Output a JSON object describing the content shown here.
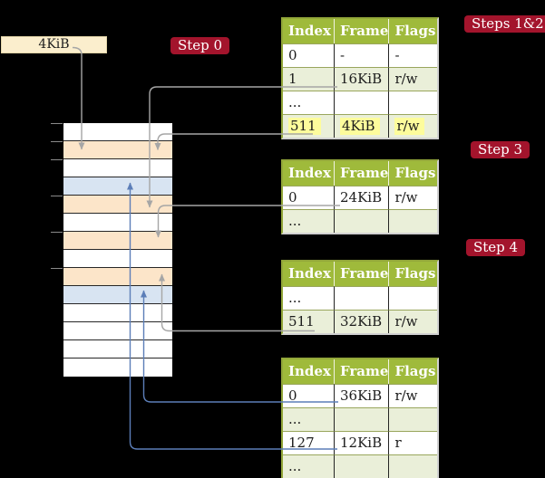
{
  "labels": {
    "frame_box": "4KiB",
    "step0": "Step 0",
    "steps12": "Steps 1&2",
    "step3": "Step 3",
    "step4": "Step 4"
  },
  "tables": [
    {
      "id": "t1",
      "name": "page-table-level-4",
      "headers": [
        "Index",
        "Frame",
        "Flags"
      ],
      "rows": [
        {
          "cells": [
            "0",
            "-",
            "-"
          ]
        },
        {
          "cells": [
            "1",
            "16KiB",
            "r/w"
          ]
        },
        {
          "cells": [
            "...",
            "",
            ""
          ]
        },
        {
          "cells": [
            "511",
            "4KiB",
            "r/w"
          ],
          "highlight": true
        }
      ]
    },
    {
      "id": "t2",
      "name": "page-table-level-3",
      "headers": [
        "Index",
        "Frame",
        "Flags"
      ],
      "rows": [
        {
          "cells": [
            "0",
            "24KiB",
            "r/w"
          ]
        },
        {
          "cells": [
            "...",
            "",
            ""
          ]
        }
      ]
    },
    {
      "id": "t3",
      "name": "page-table-level-2",
      "headers": [
        "Index",
        "Frame",
        "Flags"
      ],
      "rows": [
        {
          "cells": [
            "...",
            "",
            ""
          ]
        },
        {
          "cells": [
            "511",
            "32KiB",
            "r/w"
          ]
        }
      ]
    },
    {
      "id": "t4",
      "name": "page-table-level-1",
      "headers": [
        "Index",
        "Frame",
        "Flags"
      ],
      "rows": [
        {
          "cells": [
            "0",
            "36KiB",
            "r/w"
          ]
        },
        {
          "cells": [
            "...",
            "",
            ""
          ]
        },
        {
          "cells": [
            "127",
            "12KiB",
            "r"
          ]
        },
        {
          "cells": [
            "...",
            "",
            ""
          ]
        }
      ]
    }
  ],
  "memory": {
    "rows": [
      "free",
      "page-table",
      "free",
      "mapped-page",
      "page-table",
      "free",
      "page-table",
      "free",
      "page-table",
      "mapped-page",
      "free",
      "free",
      "free",
      "free"
    ]
  },
  "connectors": [
    {
      "id": "connector-4kib-box",
      "from": "frame-address-box",
      "to": "memory-row-2",
      "color": "gray"
    },
    {
      "id": "connector-t1-row1",
      "from": "page-table-level-4 entry 1 (16KiB)",
      "to": "memory-row-5",
      "color": "gray"
    },
    {
      "id": "connector-t1-row511",
      "from": "page-table-level-4 entry 511 (4KiB)",
      "to": "memory-row-2",
      "color": "gray"
    },
    {
      "id": "connector-t2-row0",
      "from": "page-table-level-3 entry 0 (24KiB)",
      "to": "memory-row-7",
      "color": "gray"
    },
    {
      "id": "connector-t3-row511",
      "from": "page-table-level-2 entry 511 (32KiB)",
      "to": "memory-row-9",
      "color": "gray"
    },
    {
      "id": "connector-t4-row0",
      "from": "page-table-level-1 entry 0 (36KiB)",
      "to": "memory-row-10",
      "color": "blue"
    },
    {
      "id": "connector-t4-row127",
      "from": "page-table-level-1 entry 127 (12KiB)",
      "to": "memory-row-4",
      "color": "blue"
    }
  ],
  "colors": {
    "background": "#000000",
    "badge": "#a3142c",
    "frame_box": "#fbeecd",
    "table_header": "#9fba3b",
    "table_row_alt": "#eaefd9",
    "page_table_frame": "#fce5c9",
    "mapped_page_frame": "#d8e4f2",
    "free_frame": "#ffffff",
    "highlight": "#fdfc9c",
    "arrow_gray": "#a6a6a6",
    "arrow_blue": "#5c7eb8"
  }
}
